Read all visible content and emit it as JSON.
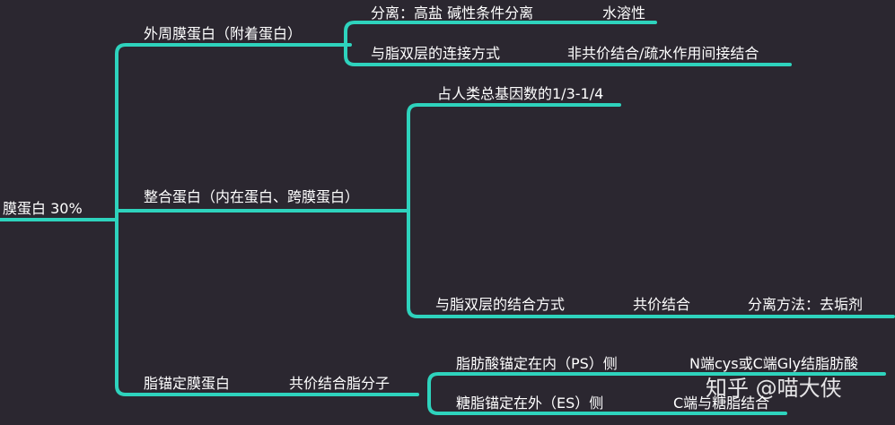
{
  "root": {
    "label": "膜蛋白 30%"
  },
  "branches": [
    {
      "label": "外周膜蛋白（附着蛋白）",
      "children": [
        {
          "label": "分离：高盐 碱性条件分离",
          "child": "水溶性"
        },
        {
          "label": "与脂双层的连接方式",
          "child": "非共价结合/疏水作用间接结合"
        }
      ]
    },
    {
      "label": "整合蛋白（内在蛋白、跨膜蛋白）",
      "children": [
        {
          "label": "占人类总基因数的1/3-1/4"
        },
        {
          "label": "与脂双层的结合方式",
          "child": "共价结合",
          "grandchild": "分离方法：去垢剂"
        }
      ]
    },
    {
      "label": "脂锚定膜蛋白",
      "child": "共价结合脂分子",
      "children": [
        {
          "label": "脂肪酸锚定在内（PS）侧",
          "child": "N端cys或C端Gly结脂肪酸"
        },
        {
          "label": "糖脂锚定在外（ES）侧",
          "child": "C端与糖脂结合"
        }
      ]
    }
  ],
  "watermark": "知乎 @喵大侠",
  "colors": {
    "background": "#2b2730",
    "line": "#2ed3bd",
    "text": "#ffffff"
  }
}
